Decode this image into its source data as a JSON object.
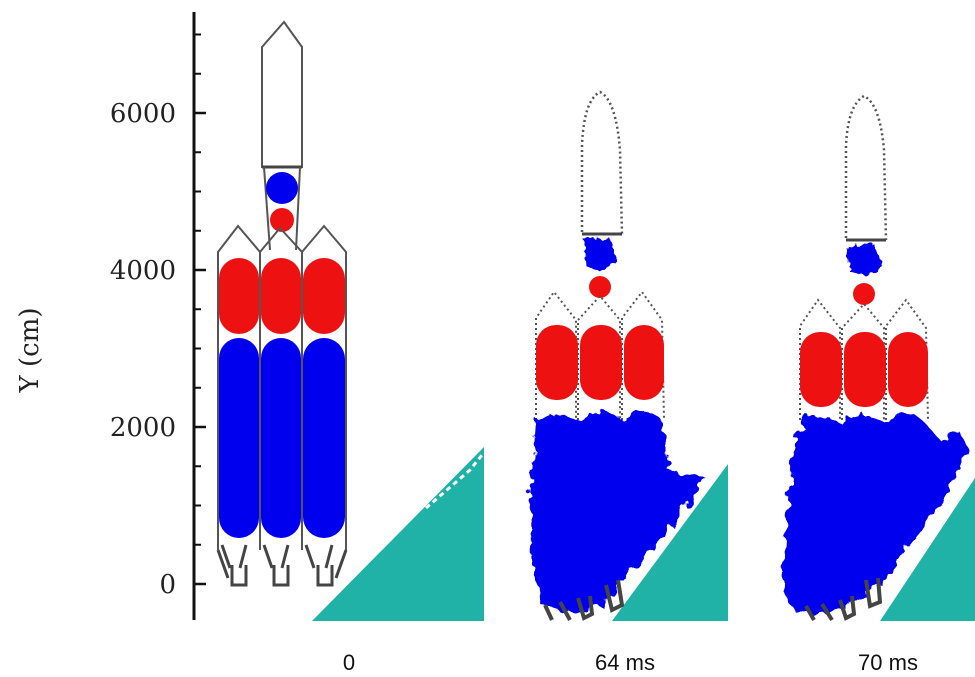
{
  "chart_data": {
    "type": "scatter",
    "ylabel": "Y (cm)",
    "ylim": [
      -450,
      7200
    ],
    "yticks": [
      0,
      2000,
      4000,
      6000
    ],
    "ytick_labels": [
      "0",
      "2000",
      "4000",
      "6000"
    ],
    "panels": [
      {
        "label": "0",
        "state": "intact"
      },
      {
        "label": "64 ms",
        "state": "deformed"
      },
      {
        "label": "70 ms",
        "state": "deformed"
      }
    ],
    "colors": {
      "outline": "#444444",
      "blue_tank": "#0000ee",
      "red_tank": "#ee1111",
      "ground": "#20b2a6"
    }
  }
}
